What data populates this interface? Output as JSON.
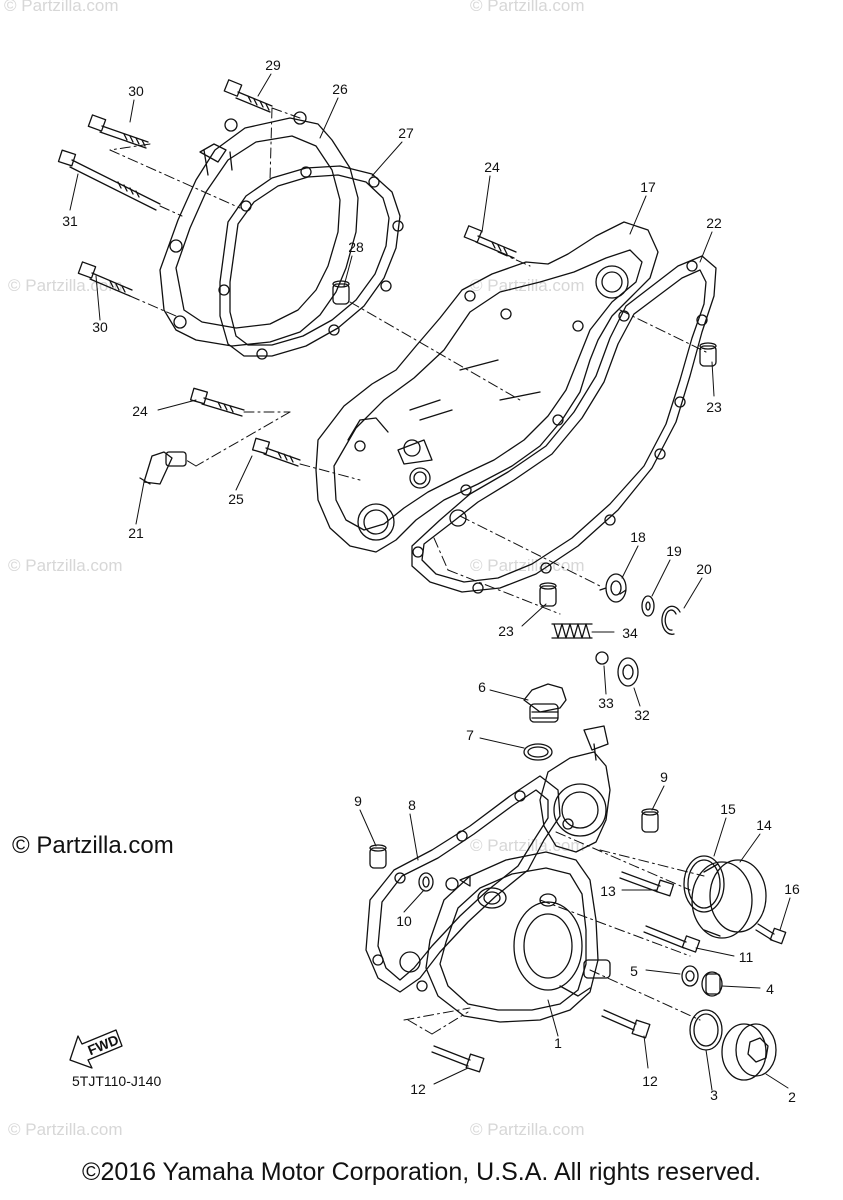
{
  "watermark": "© Partzilla.com",
  "brand_text": "© Partzilla.com",
  "drawing_code": "5TJT110-J140",
  "copyright": "©2016 Yamaha Motor Corporation, U.S.A. All rights reserved.",
  "fwd_label": "FWD",
  "callouts": [
    "30",
    "29",
    "26",
    "27",
    "31",
    "24",
    "17",
    "22",
    "28",
    "30",
    "23",
    "24",
    "21",
    "25",
    "18",
    "19",
    "20",
    "23",
    "34",
    "33",
    "32",
    "6",
    "7",
    "9",
    "8",
    "9",
    "15",
    "14",
    "16",
    "13",
    "10",
    "11",
    "5",
    "4",
    "1",
    "12",
    "3",
    "12",
    "2"
  ]
}
